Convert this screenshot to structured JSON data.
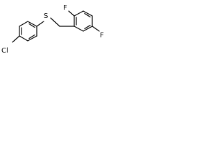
{
  "molecule": {
    "atoms": {
      "chlorine": "Cl",
      "sulfur": "S",
      "fluorine_top": "F",
      "fluorine_bottom": "F"
    },
    "colors": {
      "bond": "#000000",
      "label": "#000000",
      "background": "#ffffff"
    }
  }
}
